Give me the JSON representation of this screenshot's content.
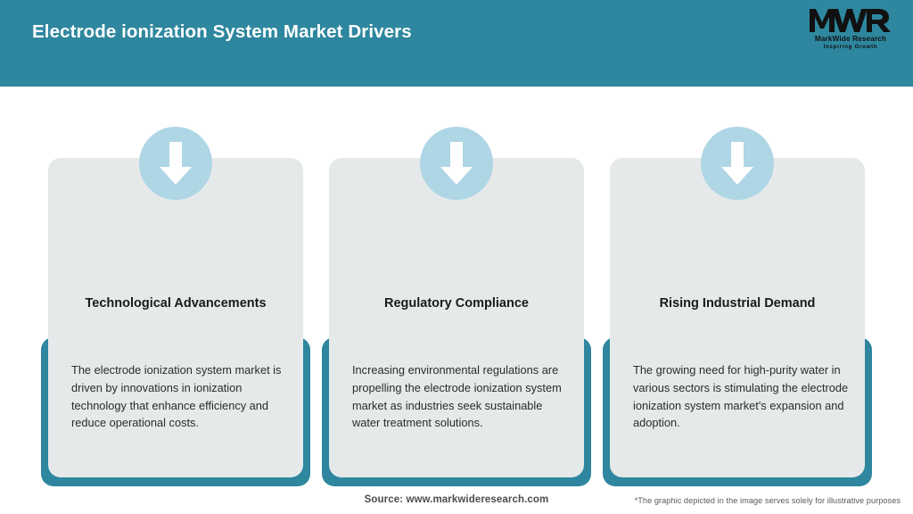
{
  "header": {
    "title": "Electrode ionization System Market Drivers",
    "background_color": "#2E879E",
    "title_color": "#FFFFFF"
  },
  "logo": {
    "mark": "MWR",
    "name": "MarkWide Research",
    "tagline": "Inspiring Growth"
  },
  "cards": [
    {
      "icon": "down-arrow-icon",
      "title": "Technological Advancements",
      "body": "The electrode ionization system market is driven by innovations in ionization technology that enhance efficiency and reduce operational costs."
    },
    {
      "icon": "down-arrow-icon",
      "title": "Regulatory Compliance",
      "body": "Increasing environmental regulations are propelling the electrode ionization system market as industries seek sustainable water treatment solutions."
    },
    {
      "icon": "down-arrow-icon",
      "title": "Rising Industrial Demand",
      "body": "The growing need for high-purity water in various sectors is stimulating the electrode ionization system market's expansion and adoption."
    }
  ],
  "footer": {
    "source": "Source: www.markwideresearch.com",
    "disclaimer": "*The graphic depicted in the image serves solely for illustrative purposes"
  },
  "colors": {
    "accent_teal": "#2E879E",
    "card_gray": "#E6E9EA",
    "icon_circle_blue": "#AED6E5",
    "page_background": "#FFFFFF"
  }
}
